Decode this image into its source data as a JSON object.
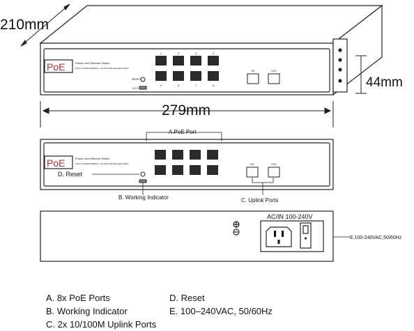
{
  "dimensions": {
    "depth": "210mm",
    "height": "44mm",
    "width": "279mm"
  },
  "device": {
    "brand": "PoE",
    "product_line": "Power over Ethernet Switch",
    "product_desc": "8-Port 10/100/1000Mbps + 2G SFP PoE Managed Switch",
    "port_top_labels": [
      "1",
      "2",
      "3",
      "4"
    ],
    "port_bottom_labels": [
      "5",
      "6",
      "7",
      "8"
    ],
    "uplink_labels": [
      "G9",
      "G10"
    ],
    "reset_small": "RESET",
    "sys_small": "SYS"
  },
  "callouts": {
    "poe_port": "A.PoE Port",
    "reset": "D. Reset",
    "working_indicator": "B. Working Indicator",
    "uplink": "C. Uplink Ports",
    "power_side": "E.100-240VAC,50/60Hz",
    "ac_label": "AC/IN 100-240V"
  },
  "legend": {
    "a": "A. 8x PoE Ports",
    "b": "B. Working Indicator",
    "c": "C. 2x 10/100M Uplink Ports",
    "d": "D. Reset",
    "e": "E. 100–240VAC, 50/60Hz"
  },
  "colors": {
    "brand_red": "#c0282d",
    "line": "#222222",
    "port_dark": "#2a2a2a"
  }
}
